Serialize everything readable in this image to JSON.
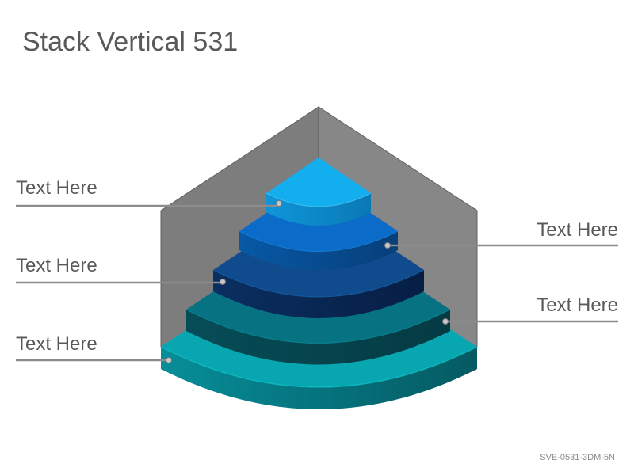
{
  "title": "Stack Vertical 531",
  "labels": [
    "Text Here",
    "Text Here",
    "Text Here",
    "Text Here",
    "Text Here"
  ],
  "code": "SVE-0531-3DM-5N",
  "colors": {
    "background_left_wall": "#7d7d7d",
    "background_right_wall": "#878787",
    "level_1_top": "#12aeee",
    "level_2_top": "#0a6cc8",
    "level_3_top": "#0f4b8d",
    "level_4_top": "#077282",
    "level_5_top": "#08a6b0",
    "leader_line": "#8c8c8c"
  }
}
